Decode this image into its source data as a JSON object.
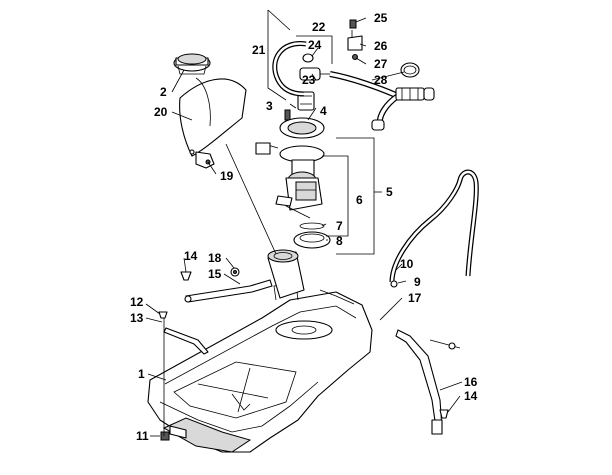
{
  "callouts": {
    "c1": "1",
    "c2": "2",
    "c3": "3",
    "c4": "4",
    "c5": "5",
    "c6": "6",
    "c7": "7",
    "c8": "8",
    "c9": "9",
    "c10": "10",
    "c11": "11",
    "c12": "12",
    "c13": "13",
    "c14a": "14",
    "c14b": "14",
    "c15": "15",
    "c16": "16",
    "c17": "17",
    "c18": "18",
    "c19": "19",
    "c20": "20",
    "c21": "21",
    "c22": "22",
    "c23": "23",
    "c24": "24",
    "c25": "25",
    "c26": "26",
    "c27": "27",
    "c28": "28"
  }
}
